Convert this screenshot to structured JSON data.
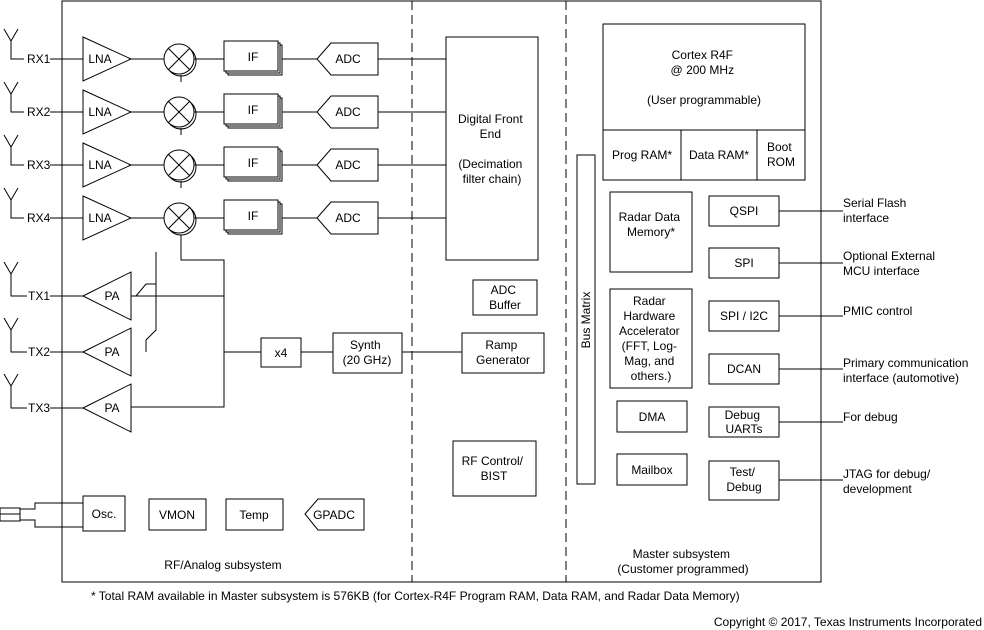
{
  "rx": [
    "RX1",
    "RX2",
    "RX3",
    "RX4"
  ],
  "tx": [
    "TX1",
    "TX2",
    "TX3"
  ],
  "lna": "LNA",
  "pa": "PA",
  "if": "IF",
  "adc": "ADC",
  "dfe": [
    "Digital Front",
    "End",
    "",
    "(Decimation",
    "filter chain)"
  ],
  "adc_buffer": [
    "ADC",
    "Buffer"
  ],
  "ramp_gen": [
    "Ramp",
    "Generator"
  ],
  "synth": [
    "Synth",
    "(20 GHz)"
  ],
  "x4": "x4",
  "rf_control": [
    "RF Control/",
    "BIST"
  ],
  "osc": "Osc.",
  "vmon": "VMON",
  "temp": "Temp",
  "gpadc": "GPADC",
  "rf_subsystem": "RF/Analog subsystem",
  "cortex": [
    "Cortex R4F",
    "@ 200 MHz",
    "",
    "(User programmable)"
  ],
  "prog_ram": "Prog RAM*",
  "data_ram": "Data RAM*",
  "boot_rom": [
    "Boot",
    "ROM"
  ],
  "bus_matrix": "Bus Matrix",
  "radar_data_memory": [
    "Radar Data",
    "Memory*"
  ],
  "radar_hw_acc": [
    "Radar",
    "Hardware",
    "Accelerator",
    "(FFT, Log-",
    "Mag, and",
    "others.)"
  ],
  "dma": "DMA",
  "mailbox": "Mailbox",
  "qspi": "QSPI",
  "spi": "SPI",
  "spi_i2c": "SPI / I2C",
  "dcan": "DCAN",
  "debug_uarts": [
    "Debug",
    "UARTs"
  ],
  "test_debug": [
    "Test/",
    "Debug"
  ],
  "ext_labels": [
    [
      "Serial Flash",
      "interface"
    ],
    [
      "Optional External",
      "MCU interface"
    ],
    [
      "PMIC control"
    ],
    [
      "Primary communication",
      "interface (automotive)"
    ],
    [
      "For debug"
    ],
    [
      "JTAG for debug/",
      "development"
    ]
  ],
  "master_subsystem": [
    "Master subsystem",
    "(Customer programmed)"
  ],
  "footnote": "* Total RAM available in Master subsystem is 576KB (for Cortex-R4F Program RAM, Data RAM, and Radar Data Memory)",
  "copyright": "Copyright © 2017, Texas Instruments Incorporated"
}
